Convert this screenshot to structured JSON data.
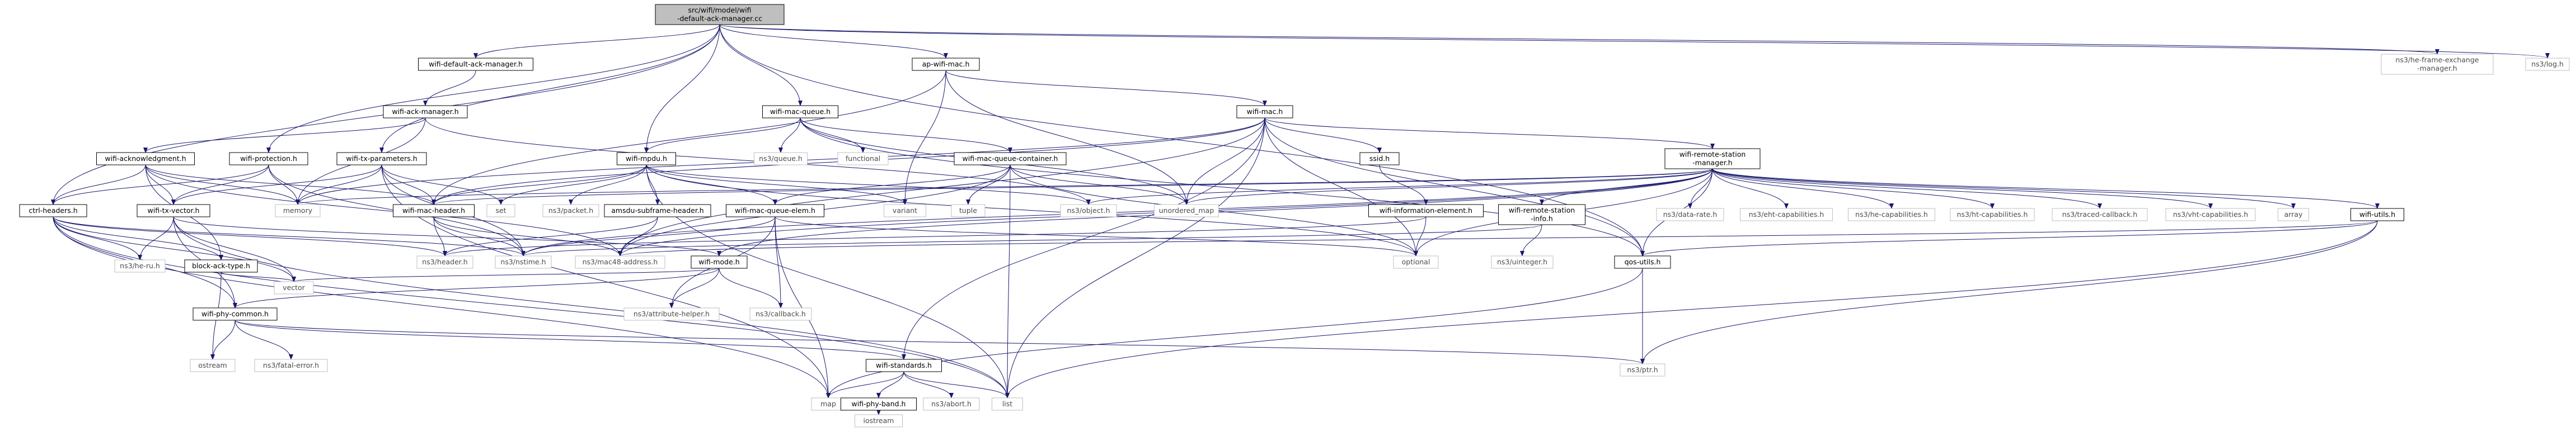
{
  "colors": {
    "edge": "#191970",
    "root_fill": "#bfbfbf",
    "node_border": "#000000",
    "system_border": "#bfbfbf",
    "text": "#000000",
    "system_text": "#4d4d4d"
  },
  "nodes": {
    "root": [
      "src/wifi/model/wifi",
      "-default-ack-manager.cc"
    ],
    "wifi_default_ack_manager_h": [
      "wifi-default-ack-manager.h"
    ],
    "ap_wifi_mac_h": [
      "ap-wifi-mac.h"
    ],
    "he_frame_exchange_manager_h": [
      "ns3/he-frame-exchange",
      "-manager.h"
    ],
    "log_h": [
      "ns3/log.h"
    ],
    "wifi_ack_manager_h": [
      "wifi-ack-manager.h"
    ],
    "wifi_mac_queue_h": [
      "wifi-mac-queue.h"
    ],
    "wifi_mac_h": [
      "wifi-mac.h"
    ],
    "wifi_acknowledgment_h": [
      "wifi-acknowledgment.h"
    ],
    "wifi_protection_h": [
      "wifi-protection.h"
    ],
    "wifi_tx_parameters_h": [
      "wifi-tx-parameters.h"
    ],
    "wifi_mpdu_h": [
      "wifi-mpdu.h"
    ],
    "queue_h": [
      "ns3/queue.h"
    ],
    "functional": [
      "functional"
    ],
    "wifi_mac_queue_container_h": [
      "wifi-mac-queue-container.h"
    ],
    "ssid_h": [
      "ssid.h"
    ],
    "wifi_remote_station_manager_h": [
      "wifi-remote-station",
      "-manager.h"
    ],
    "ctrl_headers_h": [
      "ctrl-headers.h"
    ],
    "wifi_tx_vector_h": [
      "wifi-tx-vector.h"
    ],
    "memory": [
      "memory"
    ],
    "wifi_mac_header_h": [
      "wifi-mac-header.h"
    ],
    "set": [
      "set"
    ],
    "packet_h": [
      "ns3/packet.h"
    ],
    "amsdu_subframe_header_h": [
      "amsdu-subframe-header.h"
    ],
    "wifi_mac_queue_elem_h": [
      "wifi-mac-queue-elem.h"
    ],
    "variant": [
      "variant"
    ],
    "tuple": [
      "tuple"
    ],
    "unordered_map": [
      "unordered_map"
    ],
    "object_h": [
      "ns3/object.h"
    ],
    "wifi_information_element_h": [
      "wifi-information-element.h"
    ],
    "wifi_remote_station_info_h": [
      "wifi-remote-station",
      "-info.h"
    ],
    "data_rate_h": [
      "ns3/data-rate.h"
    ],
    "eht_capabilities_h": [
      "ns3/eht-capabilities.h"
    ],
    "he_capabilities_h": [
      "ns3/he-capabilities.h"
    ],
    "ht_capabilities_h": [
      "ns3/ht-capabilities.h"
    ],
    "traced_callback_h": [
      "ns3/traced-callback.h"
    ],
    "vht_capabilities_h": [
      "ns3/vht-capabilities.h"
    ],
    "array": [
      "array"
    ],
    "wifi_utils_h": [
      "wifi-utils.h"
    ],
    "he_ru_h": [
      "ns3/he-ru.h"
    ],
    "block_ack_type_h": [
      "block-ack-type.h"
    ],
    "header_h": [
      "ns3/header.h"
    ],
    "nstime_h": [
      "ns3/nstime.h"
    ],
    "mac48_address_h": [
      "ns3/mac48-address.h"
    ],
    "wifi_mode_h": [
      "wifi-mode.h"
    ],
    "optional": [
      "optional"
    ],
    "uinteger_h": [
      "ns3/uinteger.h"
    ],
    "qos_utils_h": [
      "qos-utils.h"
    ],
    "vector": [
      "vector"
    ],
    "attribute_helper_h": [
      "ns3/attribute-helper.h"
    ],
    "callback_h": [
      "ns3/callback.h"
    ],
    "wifi_phy_common_h": [
      "wifi-phy-common.h"
    ],
    "ostream": [
      "ostream"
    ],
    "fatal_error_h": [
      "ns3/fatal-error.h"
    ],
    "ptr_h": [
      "ns3/ptr.h"
    ],
    "wifi_standards_h": [
      "wifi-standards.h"
    ],
    "map": [
      "map"
    ],
    "abort_h": [
      "ns3/abort.h"
    ],
    "list": [
      "list"
    ],
    "wifi_phy_band_h": [
      "wifi-phy-band.h"
    ],
    "iostream": [
      "iostream"
    ]
  }
}
